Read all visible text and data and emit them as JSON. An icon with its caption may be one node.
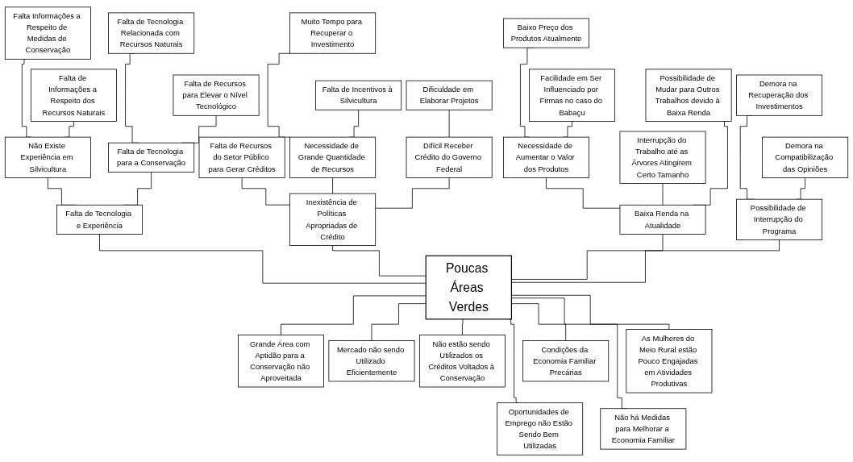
{
  "diagram": {
    "nodes": [
      {
        "text": [
          "Falta Informações a Respeito de Medidas de Conservação"
        ]
      },
      {
        "text": [
          "Falta de Informações a Respeito dos Recursos Naturais"
        ]
      },
      {
        "text": [
          "Não Existe Experiência em Silvicultura"
        ]
      },
      {
        "text": [
          "Falta de Tecnologia Relacionada com Recursos Naturais"
        ]
      },
      {
        "text": [
          "Falta de Recursos para Elevar o Nível Tecnológico"
        ]
      },
      {
        "text": [
          "Falta de Tecnologia para a Conservação"
        ]
      },
      {
        "text": [
          "Falta de Tecnologia e Experiência"
        ]
      },
      {
        "text": [
          "Muito Tempo para Recuperar o Investimento"
        ]
      },
      {
        "text": [
          "Falta de Incentivos à Silvicultura"
        ]
      },
      {
        "text": [
          "Necessidade de Grande Quantidade de Recursos"
        ]
      },
      {
        "text": [
          "Dificuldade em Elaborar Projetos"
        ]
      },
      {
        "text": [
          "Difícil Receber Crédito do Governo Federal"
        ]
      },
      {
        "text": [
          "Falta de Recursos do Setor Público para Gerar Créditos"
        ]
      },
      {
        "text": [
          "Inexistência de Políticas Apropriadas de Crédito"
        ]
      },
      {
        "text": [
          "Baixo Preço dos Produtos Atualmente"
        ]
      },
      {
        "text": [
          "Facilidade em Ser Influenciado por Firmas no caso do Babaçu"
        ]
      },
      {
        "text": [
          "Necessidade de Aumentar o Valor dos Produtos"
        ]
      },
      {
        "text": [
          "Interrupção do Trabalho até as Árvores Atingirem Certo Tamanho"
        ]
      },
      {
        "text": [
          "Possibilidade de Mudar para Outros Trabalhos devido à Baixa Renda"
        ]
      },
      {
        "text": [
          "Baixa Renda na Atualidade"
        ]
      },
      {
        "text": [
          "Demora na Recuperação dos Investimentos"
        ]
      },
      {
        "text": [
          "Demora na Compatibilização das Opiniões"
        ]
      },
      {
        "text": [
          "Possibilidade de Interrupção do Programa"
        ]
      },
      {
        "text": [
          "Poucas Áreas Verdes"
        ]
      },
      {
        "text": [
          "Grande Área com Aptidão para a Conservação não Aproveitada"
        ]
      },
      {
        "text": [
          "Mercado não sendo Utilizado Eficientemente"
        ]
      },
      {
        "text": [
          "Não estão sendo Utilizados os Créditos Voltados à Conservação"
        ]
      },
      {
        "text": [
          "Condições da Economia Familiar Precárias"
        ]
      },
      {
        "text": [
          "As Mulheres do Meio Rural estão Pouco Engajadas em Atividades Produtivas"
        ]
      },
      {
        "text": [
          "Oportunidades de Emprego não Estão Sendo Bem Utilizadas"
        ]
      },
      {
        "text": [
          "Não há Medidas para Melhorar a Economia Familiar"
        ]
      }
    ],
    "edges": [
      {
        "from": 0,
        "to": 2,
        "arrow": "none"
      },
      {
        "from": 1,
        "to": 2,
        "arrow": "none"
      },
      {
        "from": 3,
        "to": 5,
        "arrow": "none"
      },
      {
        "from": 4,
        "to": 5,
        "arrow": "none"
      },
      {
        "from": 2,
        "to": 6,
        "arrow": "none"
      },
      {
        "from": 5,
        "to": 6,
        "arrow": "none"
      },
      {
        "from": 7,
        "to": 9,
        "arrow": "none"
      },
      {
        "from": 8,
        "to": 9,
        "arrow": "none"
      },
      {
        "from": 10,
        "to": 11,
        "arrow": "none"
      },
      {
        "from": 12,
        "to": 13,
        "arrow": "none"
      },
      {
        "from": 9,
        "to": 13,
        "arrow": "none"
      },
      {
        "from": 11,
        "to": 13,
        "arrow": "none"
      },
      {
        "from": 14,
        "to": 16,
        "arrow": "none"
      },
      {
        "from": 15,
        "to": 16,
        "arrow": "none"
      },
      {
        "from": 16,
        "to": 19,
        "arrow": "none"
      },
      {
        "from": 17,
        "to": 19,
        "arrow": "none"
      },
      {
        "from": 18,
        "to": 19,
        "arrow": "none"
      },
      {
        "from": 20,
        "to": 22,
        "arrow": "none"
      },
      {
        "from": 21,
        "to": 22,
        "arrow": "none"
      },
      {
        "from": 6,
        "to": 23,
        "arrow": "none"
      },
      {
        "from": 13,
        "to": 23,
        "arrow": "none"
      },
      {
        "from": 19,
        "to": 23,
        "arrow": "none"
      },
      {
        "from": 22,
        "to": 23,
        "arrow": "none"
      },
      {
        "from": 23,
        "to": 24,
        "arrow": "none"
      },
      {
        "from": 23,
        "to": 25,
        "arrow": "none"
      },
      {
        "from": 23,
        "to": 26,
        "arrow": "none"
      },
      {
        "from": 23,
        "to": 27,
        "arrow": "none"
      },
      {
        "from": 23,
        "to": 28,
        "arrow": "none"
      },
      {
        "from": 23,
        "to": 29,
        "arrow": "none"
      },
      {
        "from": 23,
        "to": 30,
        "arrow": "none"
      }
    ]
  }
}
